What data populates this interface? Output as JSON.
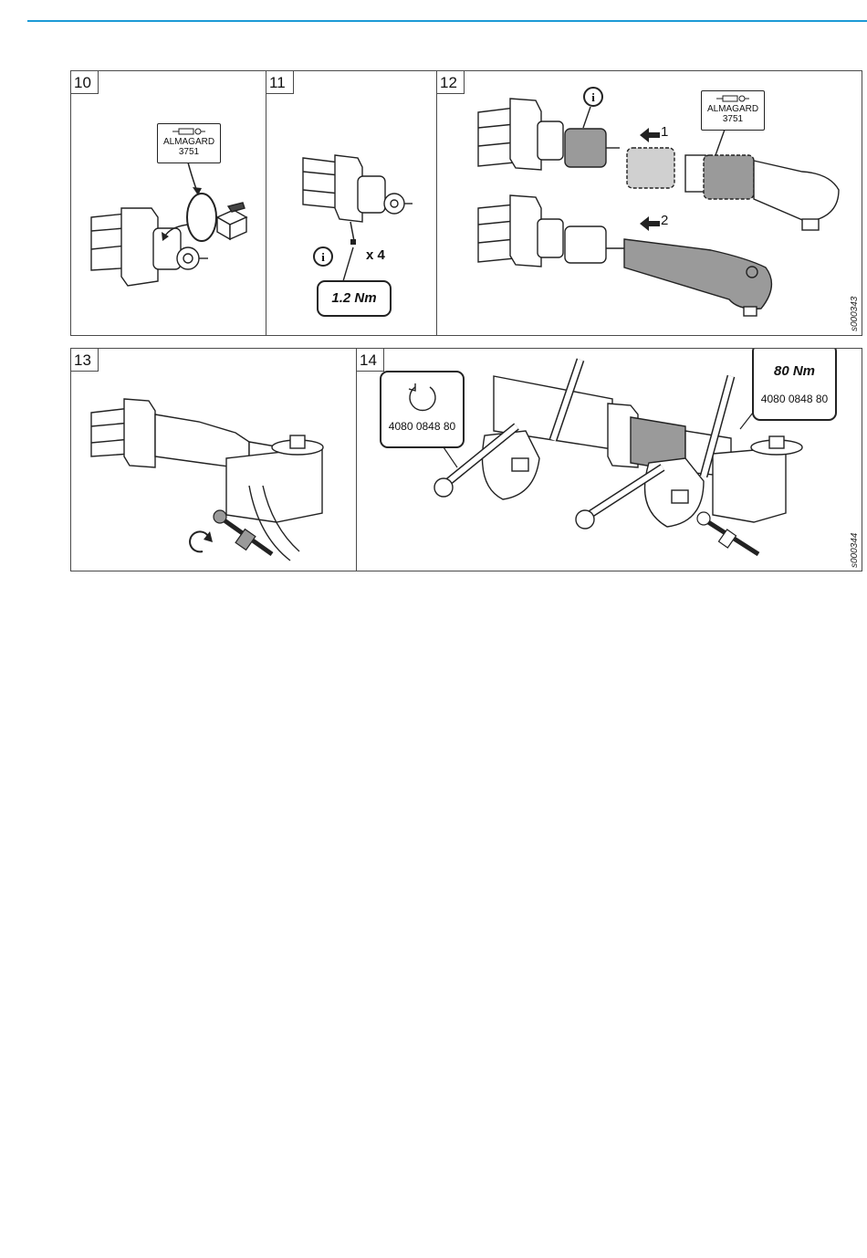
{
  "steps": {
    "s10": {
      "number": "10",
      "lubricant": {
        "name": "ALMAGARD",
        "code": "3751"
      }
    },
    "s11": {
      "number": "11",
      "multiplier": "x 4",
      "torque": "1.2 Nm"
    },
    "s12": {
      "number": "12",
      "lubricant": {
        "name": "ALMAGARD",
        "code": "3751"
      },
      "arrow1": "1",
      "arrow2": "2",
      "ref": "s000343"
    },
    "s13": {
      "number": "13"
    },
    "s14": {
      "number": "14",
      "tool_left": "4080 0848 80",
      "torque": "80 Nm",
      "tool_right": "4080 0848 80",
      "ref": "s000344"
    }
  },
  "colors": {
    "rule": "#1c9ad6",
    "part_grey": "#9a9a9a",
    "line": "#222222"
  },
  "icons": [
    "info-icon",
    "grease-gun-icon",
    "torque-arrow-icon",
    "rotate-ccw-icon",
    "rotate-cw-icon",
    "wrench-icon"
  ]
}
